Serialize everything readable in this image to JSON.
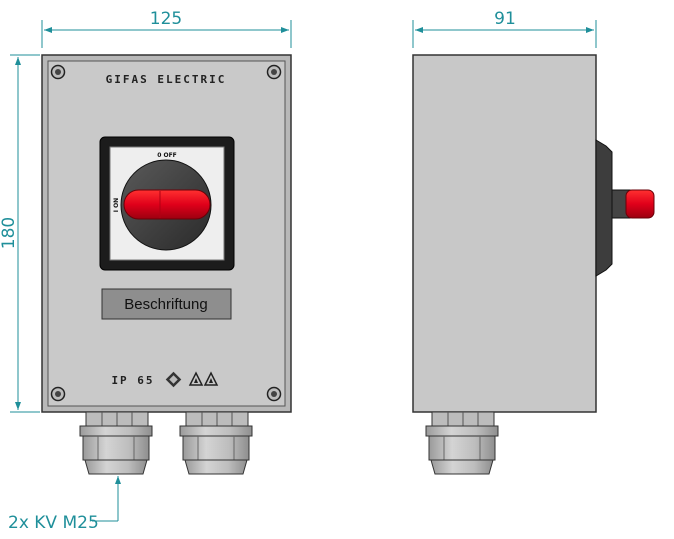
{
  "dimensions": {
    "front_width": "125",
    "side_depth": "91",
    "height": "180"
  },
  "front_panel": {
    "brand": "GIFAS ELECTRIC",
    "switch_off_label": "0 OFF",
    "switch_on_label": "I ON",
    "label_plate": "Beschriftung",
    "ip_rating": "IP 65"
  },
  "cable_gland_note": "2x KV M25",
  "colors": {
    "dimension": "#1f8f9a",
    "housing": "#c8c8c8",
    "handle": "#e0001a"
  }
}
